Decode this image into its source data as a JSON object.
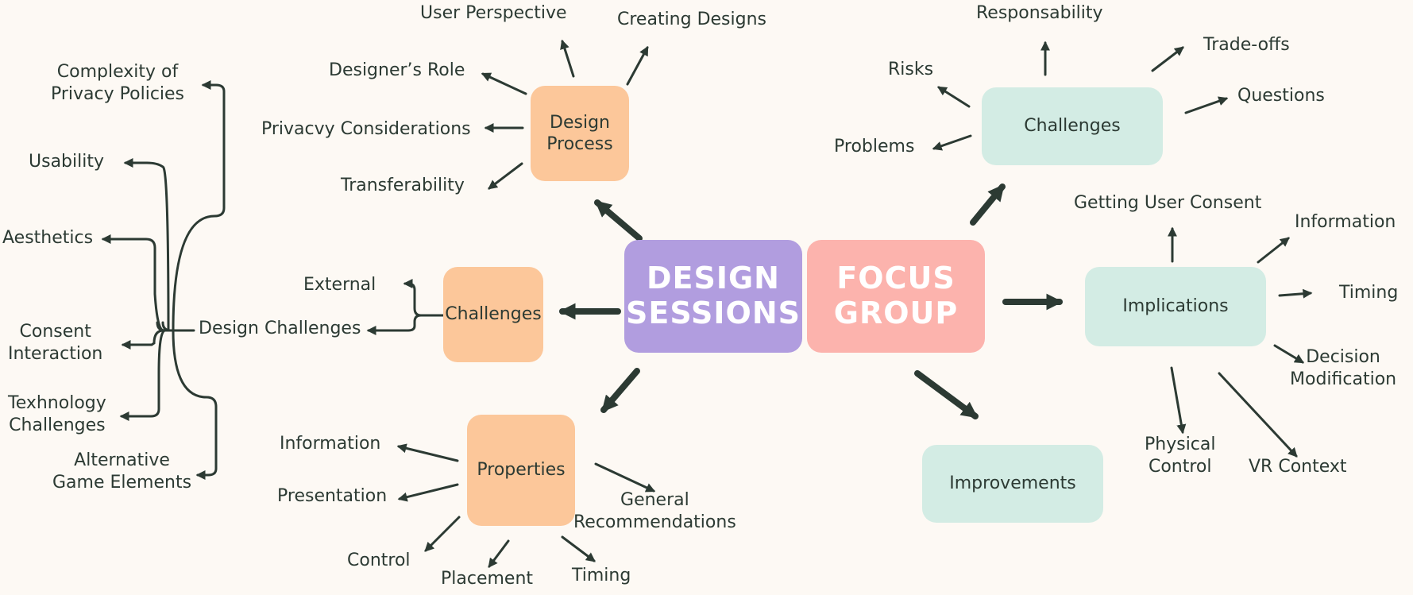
{
  "hubs": {
    "design": [
      "DESIGN",
      "SESSIONS"
    ],
    "focus": [
      "FOCUS",
      "GROUP"
    ]
  },
  "design_process": {
    "title": [
      "Design",
      "Process"
    ],
    "items": [
      "User Perspective",
      "Creating Designs",
      "Designer’s Role",
      "Privacvy Considerations",
      "Transferability"
    ]
  },
  "ds_challenges": {
    "title": "Challenges",
    "external": "External",
    "design_challenges": "Design Challenges",
    "items": [
      [
        "Complexity of",
        "Privacy Policies"
      ],
      [
        "Usability"
      ],
      [
        "Aesthetics"
      ],
      [
        "Consent",
        "Interaction"
      ],
      [
        "Texhnology",
        "Challenges"
      ],
      [
        "Alternative",
        "Game Elements"
      ]
    ]
  },
  "properties": {
    "title": "Properties",
    "items": [
      "Information",
      "Presentation",
      "Control",
      "Placement",
      "Timing"
    ],
    "general": [
      "General",
      "Recommendations"
    ]
  },
  "fg_challenges": {
    "title": "Challenges",
    "items": [
      "Responsability",
      "Trade-offs",
      "Risks",
      "Questions",
      "Problems"
    ]
  },
  "implications": {
    "title": "Implications",
    "items": [
      "Getting User Consent",
      "Information",
      "Timing",
      "Decision Modification",
      "Physical Control",
      "VR Context"
    ],
    "decision": [
      "Decision",
      "Modification"
    ],
    "physical": [
      "Physical",
      "Control"
    ]
  },
  "improvements": {
    "title": "Improvements"
  },
  "colors": {
    "design_hub": "#b19ddf",
    "focus_hub": "#fcb3ad",
    "orange_node": "#fcc79a",
    "mint_node": "#d3ece4",
    "arrow": "#2c3a33",
    "background": "#fdf9f4"
  }
}
